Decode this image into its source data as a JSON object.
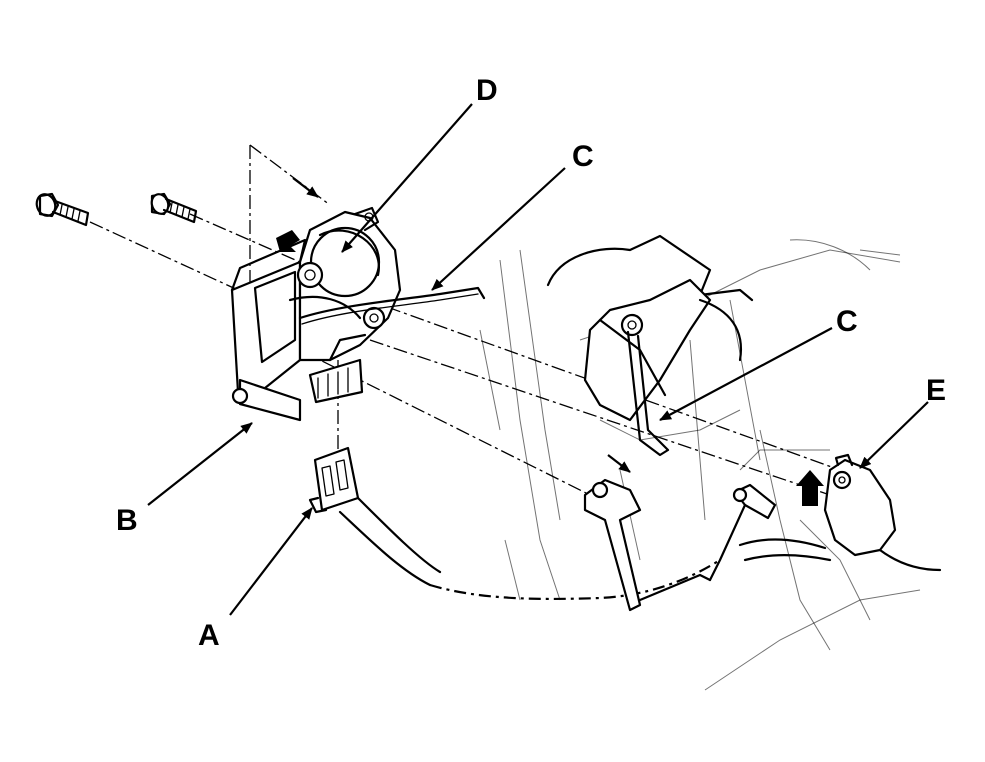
{
  "labels": {
    "a": "A",
    "b": "B",
    "c1": "C",
    "c2": "C",
    "d": "D",
    "e": "E"
  },
  "colors": {
    "ink": "#000000",
    "paper": "#ffffff"
  }
}
